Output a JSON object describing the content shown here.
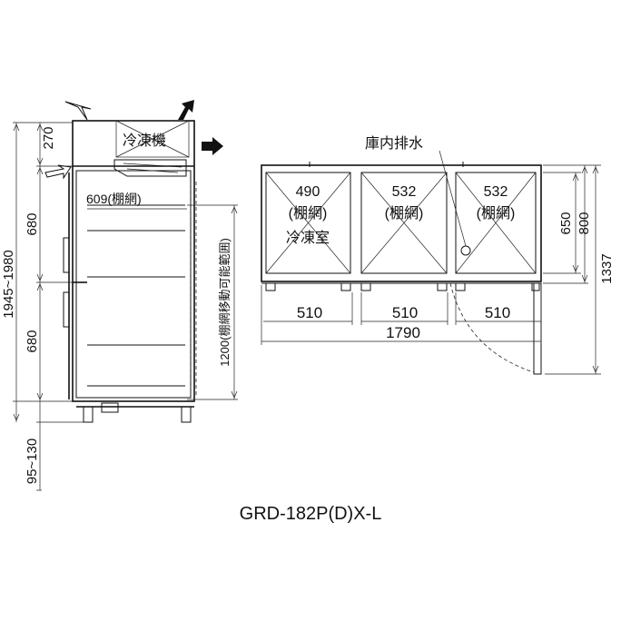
{
  "side_view": {
    "height_total": "1945~1980",
    "height_top": "270",
    "height_upper": "680",
    "height_lower": "680",
    "height_feet": "95~130",
    "shelf_width": "609(棚網)",
    "compressor_label": "冷凍機",
    "shelf_range": "1200(棚網移動可能範囲)"
  },
  "top_view": {
    "drain_label": "庫内排水",
    "compartments": [
      {
        "width": "490",
        "note": "(棚網)",
        "label": "冷凍室"
      },
      {
        "width": "532",
        "note": "(棚網)"
      },
      {
        "width": "532",
        "note": "(棚網)"
      }
    ],
    "door_widths": [
      "510",
      "510",
      "510"
    ],
    "total_width": "1790",
    "depth_inner": "650",
    "depth_total": "800",
    "depth_open": "1337"
  },
  "model_name": "GRD-182P(D)X-L"
}
